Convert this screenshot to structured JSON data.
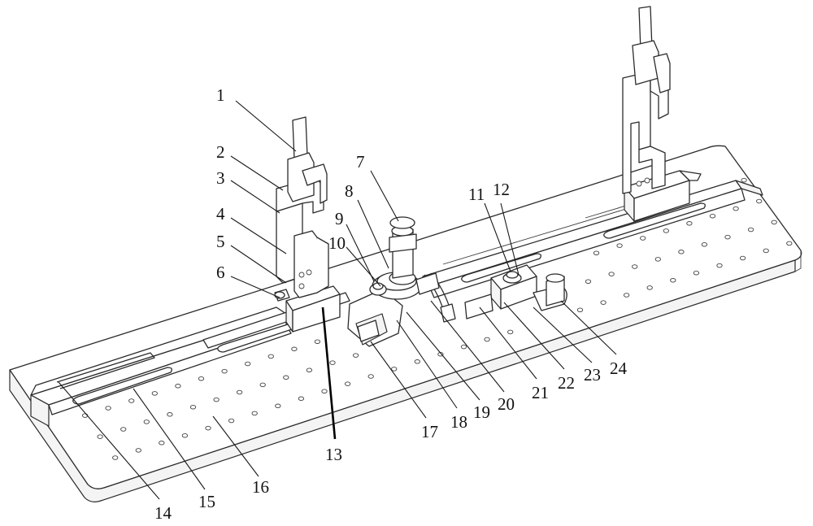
{
  "labels": {
    "l1": "1",
    "l2": "2",
    "l3": "3",
    "l4": "4",
    "l5": "5",
    "l6": "6",
    "l7": "7",
    "l8": "8",
    "l9": "9",
    "l10": "10",
    "l11": "11",
    "l12": "12",
    "l13": "13",
    "l14": "14",
    "l15": "15",
    "l16": "16",
    "l17": "17",
    "l18": "18",
    "l19": "19",
    "l20": "20",
    "l21": "21",
    "l22": "22",
    "l23": "23",
    "l24": "24"
  },
  "colors": {
    "line": "#2b2b2b",
    "background": "#ffffff"
  }
}
